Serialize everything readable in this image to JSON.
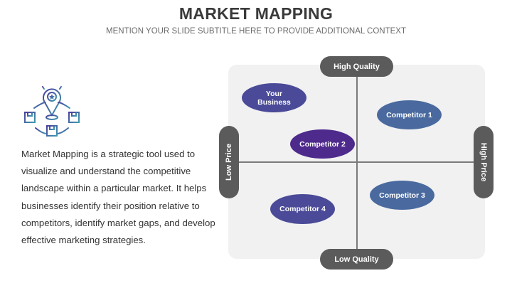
{
  "header": {
    "title": "MARKET MAPPING",
    "subtitle": "MENTION YOUR SLIDE SUBTITLE HERE TO PROVIDE ADDITIONAL CONTEXT"
  },
  "icon": {
    "name": "location-pin-boxes-icon"
  },
  "description": "Market Mapping is a strategic tool used to visualize and understand the competitive landscape within a particular market. It helps businesses identify their position relative to competitors, identify market gaps, and develop effective marketing strategies.",
  "map": {
    "axes": {
      "top": "High Quality",
      "bottom": "Low Quality",
      "left": "Low Price",
      "right": "High Price"
    },
    "entities": [
      {
        "label": "Your Business",
        "color": "#4a4a98"
      },
      {
        "label": "Competitor 1",
        "color": "#4a6a9f"
      },
      {
        "label": "Competitor 2",
        "color": "#4e2a8c"
      },
      {
        "label": "Competitor 3",
        "color": "#4a6a9f"
      },
      {
        "label": "Competitor 4",
        "color": "#4a4a98"
      }
    ]
  },
  "colors": {
    "pill": "#5b5b5b",
    "panel": "#f1f1f1",
    "icon_gradient_start": "#4a3f9a",
    "icon_gradient_end": "#3f9ab0"
  }
}
